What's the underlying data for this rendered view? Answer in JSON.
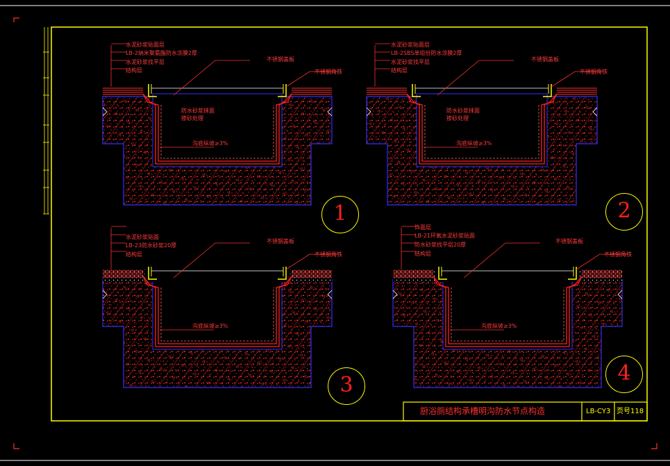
{
  "details": [
    {
      "id": "detail-1",
      "number": "1",
      "layers": [
        "水泥砂浆贴面层",
        "LB-2纳米聚氨酯防水涂膜2厚",
        "水泥砂浆找平层",
        "结构层"
      ],
      "cover_label": "不锈钢盖板",
      "angle_label": "不锈钢角铁",
      "mortar_label": [
        "防水砂浆抹面",
        "掺砂处理"
      ],
      "slope_label": "沟底纵坡≥3%"
    },
    {
      "id": "detail-2",
      "number": "2",
      "layers": [
        "水泥砂浆贴面层",
        "LB-2SBS单组份防水涂膜2厚",
        "水泥砂浆找平层",
        "结构层"
      ],
      "cover_label": "不锈钢盖板",
      "angle_label": "不锈钢角铁",
      "mortar_label": [
        "防水砂浆抹面",
        "掺砂处理"
      ],
      "slope_label": "沟底纵坡≥3%"
    },
    {
      "id": "detail-3",
      "number": "3",
      "layers": [
        "水泥砂浆贴面",
        "LB-23防水砂浆20厚",
        "结构层"
      ],
      "cover_label": "不锈钢盖板",
      "angle_label": "不锈钢角铁",
      "slope_label": "沟底纵坡≥3%"
    },
    {
      "id": "detail-4",
      "number": "4",
      "layers": [
        "饰面层",
        "LB-21环氧水泥砂浆贴面",
        "防水砂浆找平层20厚",
        "结构层"
      ],
      "cover_label": "不锈钢盖板",
      "angle_label": "不锈钢角铁",
      "slope_label": "沟底纵坡≥3%"
    }
  ],
  "title_block": {
    "title": "厨浴厕结构承槽明沟防水节点构造",
    "code": "LB-CY3",
    "page": "页号118"
  },
  "colors": {
    "frame": "#ffff00",
    "annotation": "#ff3b3b",
    "concrete_edge": "#3030ff",
    "hatch": "#c02020",
    "background": "#000000"
  }
}
